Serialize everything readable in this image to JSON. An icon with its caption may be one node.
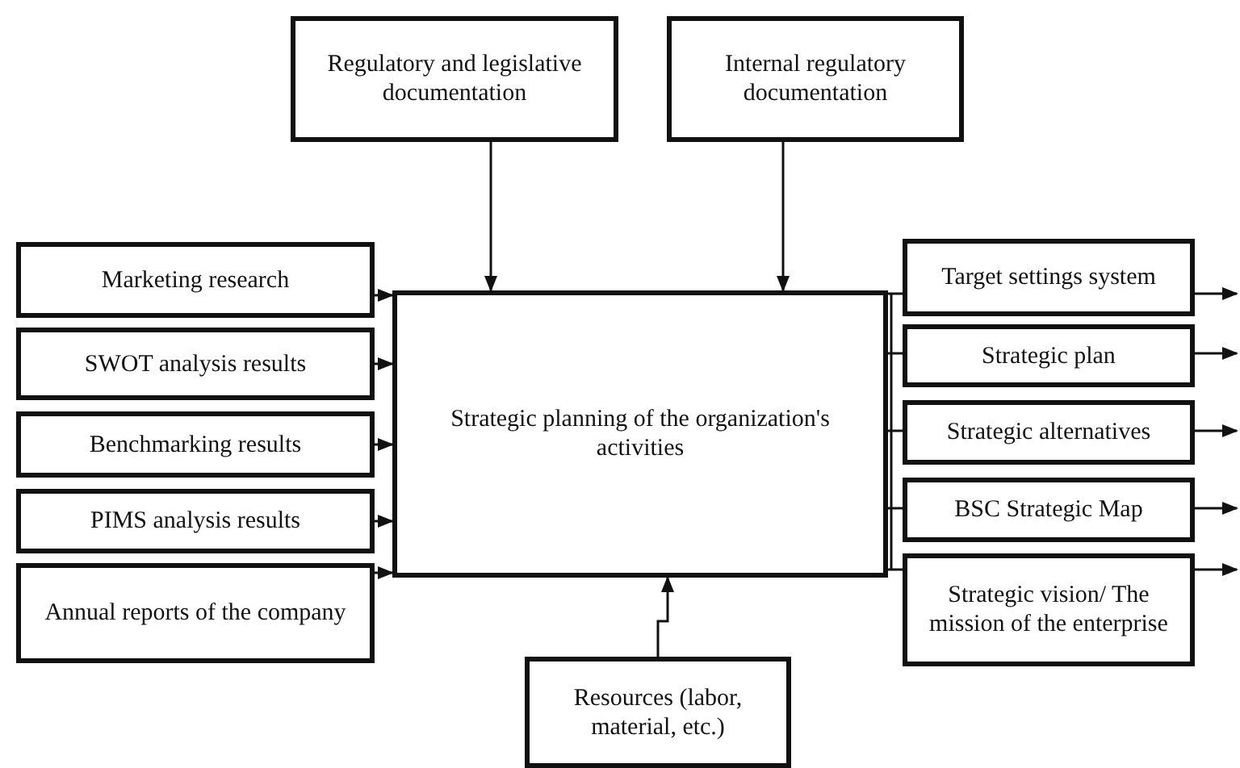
{
  "diagram": {
    "nodes": [
      {
        "text": [
          "Regulatory and legislative documentation"
        ]
      },
      {
        "text": [
          "Internal regulatory documentation"
        ]
      },
      {
        "text": [
          "Marketing research"
        ]
      },
      {
        "text": [
          "SWOT analysis results"
        ]
      },
      {
        "text": [
          "Benchmarking results"
        ]
      },
      {
        "text": [
          "PIMS analysis results"
        ]
      },
      {
        "text": [
          "Annual reports of the company"
        ]
      },
      {
        "text": [
          "Strategic planning of the organization's activities"
        ]
      },
      {
        "text": [
          "Target settings system"
        ]
      },
      {
        "text": [
          "Strategic plan"
        ]
      },
      {
        "text": [
          "Strategic alternatives"
        ]
      },
      {
        "text": [
          "BSC Strategic Map"
        ]
      },
      {
        "text": [
          "Strategic vision/ The mission of the enterprise"
        ]
      },
      {
        "text": [
          "Resources (labor, material, etc.)"
        ]
      }
    ],
    "edges": [
      {
        "from": 0,
        "to": 7,
        "arrow": "to"
      },
      {
        "from": 1,
        "to": 7,
        "arrow": "to"
      },
      {
        "from": 2,
        "to": 7,
        "arrow": "to"
      },
      {
        "from": 3,
        "to": 7,
        "arrow": "to"
      },
      {
        "from": 4,
        "to": 7,
        "arrow": "to"
      },
      {
        "from": 5,
        "to": 7,
        "arrow": "to"
      },
      {
        "from": 6,
        "to": 7,
        "arrow": "to"
      },
      {
        "from": 13,
        "to": 7,
        "arrow": "to"
      },
      {
        "from": 7,
        "to": 8,
        "arrow": "none"
      },
      {
        "from": 7,
        "to": 9,
        "arrow": "none"
      },
      {
        "from": 7,
        "to": 10,
        "arrow": "none"
      },
      {
        "from": 7,
        "to": 11,
        "arrow": "none"
      },
      {
        "from": 7,
        "to": 12,
        "arrow": "none"
      },
      {
        "from": 8,
        "to": null,
        "arrow": "to"
      },
      {
        "from": 9,
        "to": null,
        "arrow": "to"
      },
      {
        "from": 10,
        "to": null,
        "arrow": "to"
      },
      {
        "from": 11,
        "to": null,
        "arrow": "to"
      },
      {
        "from": 12,
        "to": null,
        "arrow": "to"
      }
    ]
  }
}
